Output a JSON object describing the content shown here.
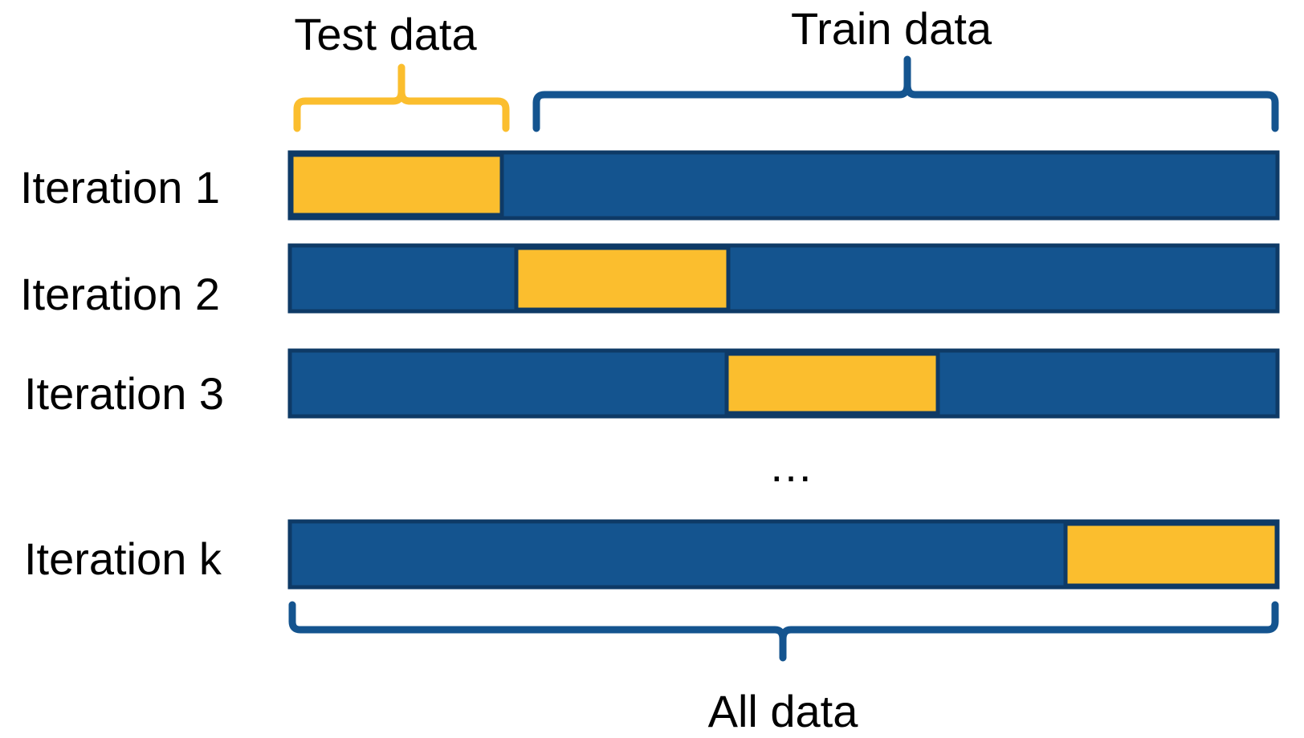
{
  "labels": {
    "test_data": "Test data",
    "train_data": "Train data",
    "all_data": "All data",
    "ellipsis": "…"
  },
  "iterations": [
    {
      "label": "Iteration 1",
      "test_fold": 1
    },
    {
      "label": "Iteration 2",
      "test_fold": 2
    },
    {
      "label": "Iteration 3",
      "test_fold": 3
    },
    {
      "label": "Iteration k",
      "test_fold": "k"
    }
  ],
  "colors": {
    "train": "#14548f",
    "test": "#fbbe2e",
    "border": "#0e3a66",
    "test_brace": "#fbbe2e",
    "train_brace": "#14548f",
    "all_brace": "#14548f"
  }
}
